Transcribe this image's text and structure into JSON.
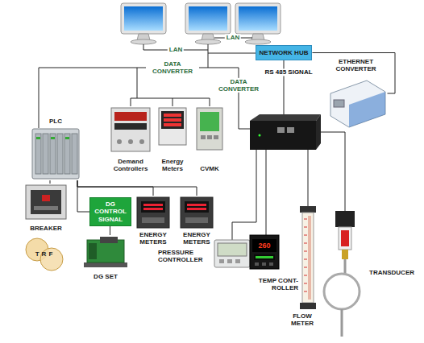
{
  "diagram": {
    "nodes": [
      {
        "text": [
          "NETWORK HUB"
        ]
      },
      {
        "text": [
          "ETHERNET CONVERTER"
        ]
      },
      {
        "text": [
          "PLC"
        ]
      },
      {
        "text": [
          "Demand Controllers"
        ]
      },
      {
        "text": [
          "Energy Meters"
        ]
      },
      {
        "text": [
          "CVMK"
        ]
      },
      {
        "text": [
          "DG CONTROL SIGNAL"
        ]
      },
      {
        "text": [
          "ENERGY METERS"
        ]
      },
      {
        "text": [
          "ENERGY METERS"
        ]
      },
      {
        "text": [
          "BREAKER"
        ]
      },
      {
        "text": [
          "TRF"
        ]
      },
      {
        "text": [
          "DG SET"
        ]
      },
      {
        "text": [
          "PRESSURE CONTROLLER"
        ]
      },
      {
        "text": [
          "TEMP CONT- ROLLER"
        ]
      },
      {
        "text": [
          "FLOW METER"
        ]
      },
      {
        "text": [
          "TRANSDUCER"
        ]
      }
    ],
    "edges": [
      {
        "from": 2,
        "to": 9,
        "arrow": "none"
      },
      {
        "from": 2,
        "to": 6,
        "arrow": "none"
      },
      {
        "from": 6,
        "to": 11,
        "arrow": "none"
      },
      {
        "from": 2,
        "to": 7,
        "arrow": "none"
      },
      {
        "from": 2,
        "to": 8,
        "arrow": "none"
      },
      {
        "from": 0,
        "to": 1,
        "arrow": "none"
      }
    ],
    "labels": [
      "LAN",
      "LAN",
      "DATA CONVERTER",
      "DATA CONVERTER",
      "RS 485 SIGNAL",
      "260"
    ]
  }
}
